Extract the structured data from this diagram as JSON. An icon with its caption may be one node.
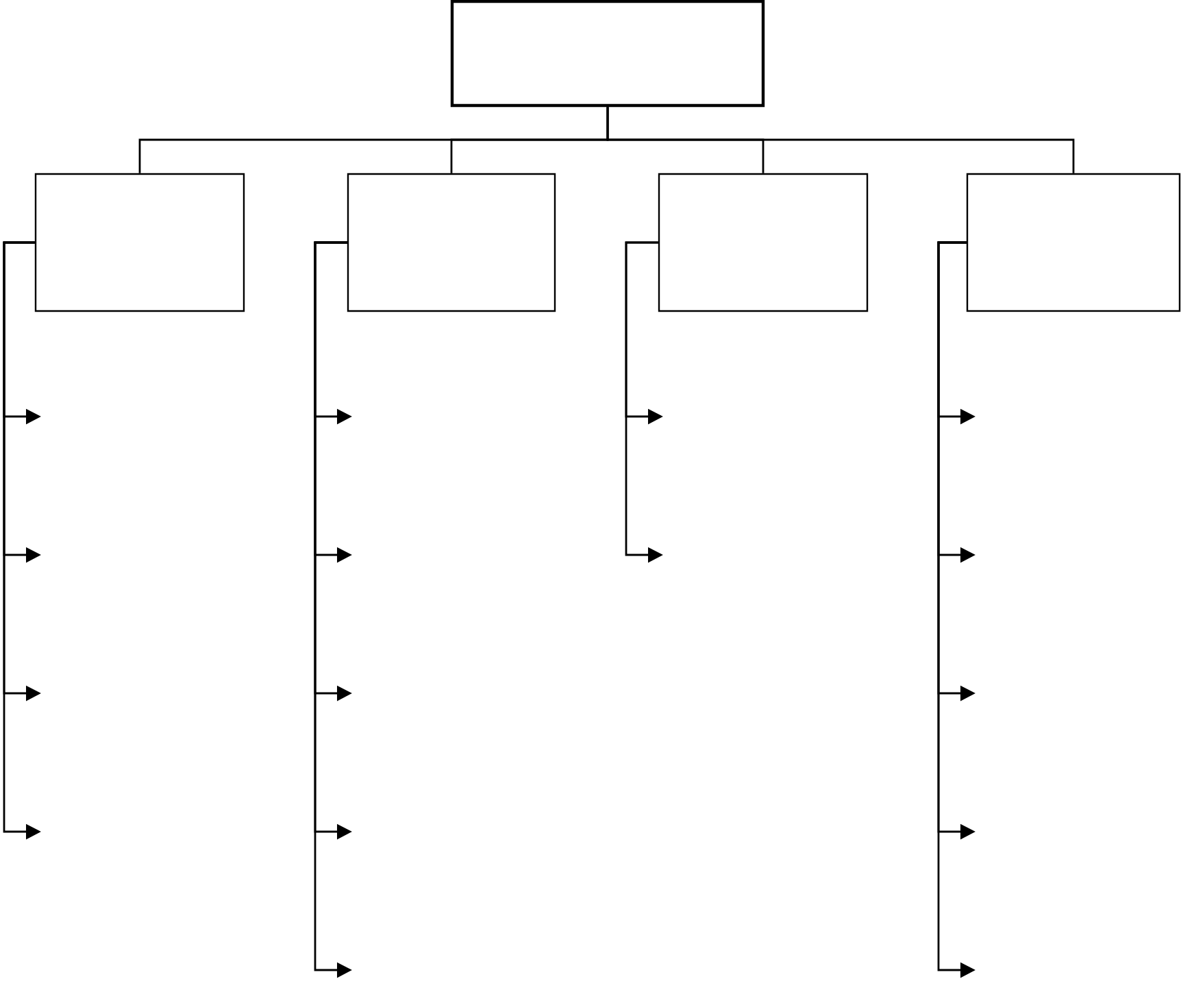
{
  "diagram": {
    "nodes": [
      {
        "text": [],
        "shape": "box"
      },
      {
        "text": [],
        "shape": "box"
      },
      {
        "text": [],
        "shape": "box"
      },
      {
        "text": [],
        "shape": "box"
      },
      {
        "text": [],
        "shape": "box"
      }
    ],
    "edges": [
      {
        "from": 0,
        "to": 1,
        "arrow": "none"
      },
      {
        "from": 0,
        "to": 2,
        "arrow": "none"
      },
      {
        "from": 0,
        "to": 3,
        "arrow": "none"
      },
      {
        "from": 0,
        "to": 4,
        "arrow": "none"
      },
      {
        "from": 1,
        "to": null,
        "arrow": "to"
      },
      {
        "from": 1,
        "to": null,
        "arrow": "to"
      },
      {
        "from": 1,
        "to": null,
        "arrow": "to"
      },
      {
        "from": 1,
        "to": null,
        "arrow": "to"
      },
      {
        "from": 2,
        "to": null,
        "arrow": "to"
      },
      {
        "from": 2,
        "to": null,
        "arrow": "to"
      },
      {
        "from": 2,
        "to": null,
        "arrow": "to"
      },
      {
        "from": 2,
        "to": null,
        "arrow": "to"
      },
      {
        "from": 2,
        "to": null,
        "arrow": "to"
      },
      {
        "from": 3,
        "to": null,
        "arrow": "to"
      },
      {
        "from": 3,
        "to": null,
        "arrow": "to"
      },
      {
        "from": 4,
        "to": null,
        "arrow": "to"
      },
      {
        "from": 4,
        "to": null,
        "arrow": "to"
      },
      {
        "from": 4,
        "to": null,
        "arrow": "to"
      },
      {
        "from": 4,
        "to": null,
        "arrow": "to"
      },
      {
        "from": 4,
        "to": null,
        "arrow": "to"
      }
    ]
  }
}
